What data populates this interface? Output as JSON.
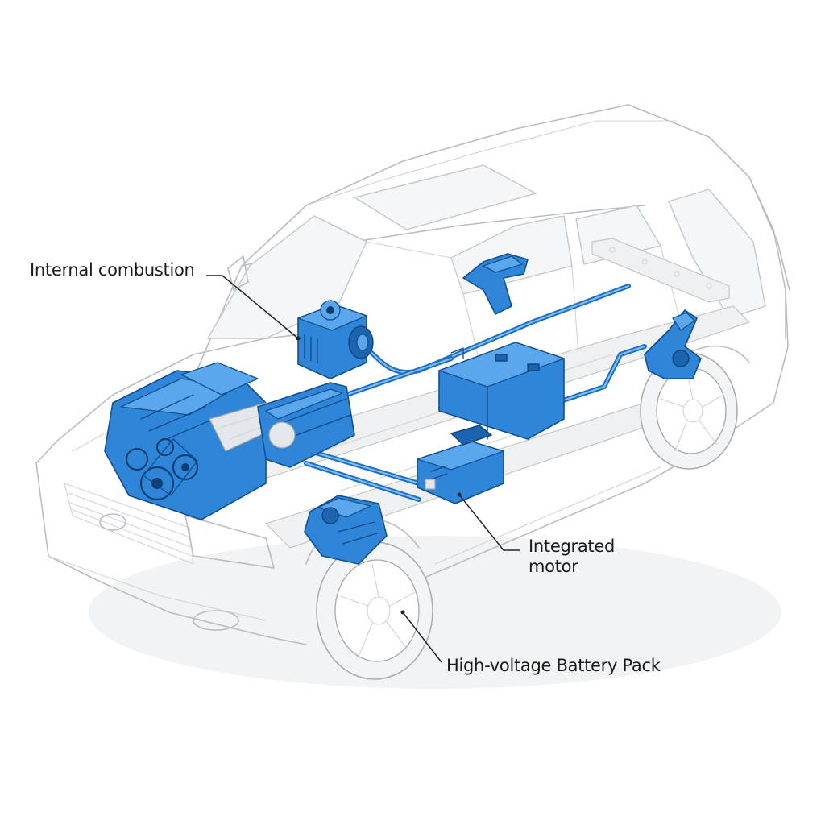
{
  "labels": {
    "internal_combustion": "Internal combustion",
    "integrated_motor_line1": "Integrated",
    "integrated_motor_line2": "motor",
    "battery_pack": "High-voltage Battery Pack"
  },
  "colors": {
    "component_blue": "#2f86d8",
    "component_outline": "#12508f",
    "body_outline": "#b9bdc2",
    "leader_line": "#222222",
    "text": "#1a1a1a"
  }
}
